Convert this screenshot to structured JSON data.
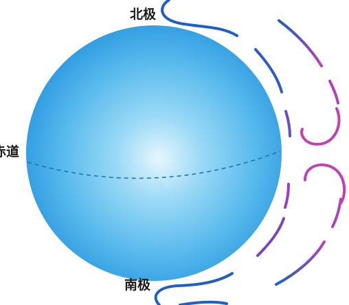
{
  "labels": {
    "north_pole": "北极",
    "equator": "赤道",
    "south_pole": "南极"
  },
  "colors": {
    "globe_center": "#e6f6fd",
    "globe_mid": "#6cc6ef",
    "globe_edge": "#1f8fdc",
    "equator_line": "#1c73b4",
    "line_blue": "#1d5fc4",
    "line_magenta": "#c23fb6"
  }
}
